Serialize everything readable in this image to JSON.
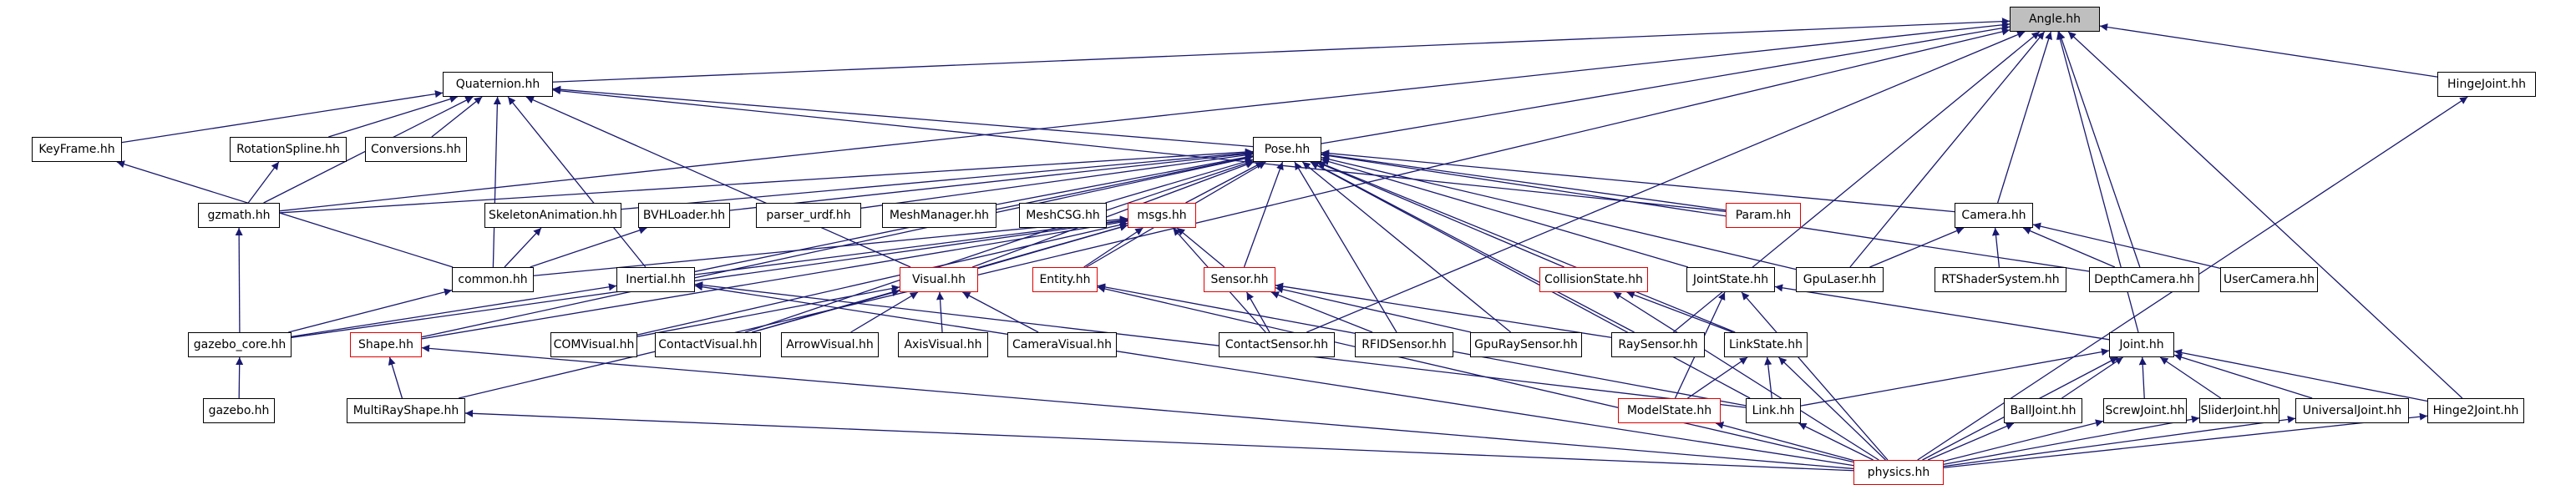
{
  "colors": {
    "edge": "#191970",
    "border": "#000000",
    "red_border": "#e00000",
    "focus_fill": "#bfbfbf"
  },
  "nodes": [
    {
      "id": "angle",
      "label": "Angle.hh",
      "style": "focus"
    },
    {
      "id": "quaternion",
      "label": "Quaternion.hh",
      "style": "normal"
    },
    {
      "id": "hingejoint",
      "label": "HingeJoint.hh",
      "style": "normal"
    },
    {
      "id": "keyframe",
      "label": "KeyFrame.hh",
      "style": "normal"
    },
    {
      "id": "rotationspline",
      "label": "RotationSpline.hh",
      "style": "normal"
    },
    {
      "id": "conversions",
      "label": "Conversions.hh",
      "style": "normal"
    },
    {
      "id": "pose",
      "label": "Pose.hh",
      "style": "normal"
    },
    {
      "id": "gzmath",
      "label": "gzmath.hh",
      "style": "normal"
    },
    {
      "id": "skeletonanimation",
      "label": "SkeletonAnimation.hh",
      "style": "normal"
    },
    {
      "id": "bvhloader",
      "label": "BVHLoader.hh",
      "style": "normal"
    },
    {
      "id": "parserurdf",
      "label": "parser_urdf.hh",
      "style": "normal"
    },
    {
      "id": "meshmanager",
      "label": "MeshManager.hh",
      "style": "normal"
    },
    {
      "id": "meshcsg",
      "label": "MeshCSG.hh",
      "style": "normal"
    },
    {
      "id": "msgs",
      "label": "msgs.hh",
      "style": "red"
    },
    {
      "id": "param",
      "label": "Param.hh",
      "style": "red"
    },
    {
      "id": "camera",
      "label": "Camera.hh",
      "style": "normal"
    },
    {
      "id": "common",
      "label": "common.hh",
      "style": "normal"
    },
    {
      "id": "inertial",
      "label": "Inertial.hh",
      "style": "normal"
    },
    {
      "id": "visual",
      "label": "Visual.hh",
      "style": "red"
    },
    {
      "id": "entity",
      "label": "Entity.hh",
      "style": "red"
    },
    {
      "id": "sensor",
      "label": "Sensor.hh",
      "style": "red"
    },
    {
      "id": "collisionstate",
      "label": "CollisionState.hh",
      "style": "red"
    },
    {
      "id": "jointstate",
      "label": "JointState.hh",
      "style": "normal"
    },
    {
      "id": "gpulaser",
      "label": "GpuLaser.hh",
      "style": "normal"
    },
    {
      "id": "rtshadersystem",
      "label": "RTShaderSystem.hh",
      "style": "normal"
    },
    {
      "id": "depthcamera",
      "label": "DepthCamera.hh",
      "style": "normal"
    },
    {
      "id": "usercamera",
      "label": "UserCamera.hh",
      "style": "normal"
    },
    {
      "id": "gazebocore",
      "label": "gazebo_core.hh",
      "style": "normal"
    },
    {
      "id": "shape",
      "label": "Shape.hh",
      "style": "red"
    },
    {
      "id": "comvisual",
      "label": "COMVisual.hh",
      "style": "normal"
    },
    {
      "id": "contactvisual",
      "label": "ContactVisual.hh",
      "style": "normal"
    },
    {
      "id": "arrowvisual",
      "label": "ArrowVisual.hh",
      "style": "normal"
    },
    {
      "id": "axisvisual",
      "label": "AxisVisual.hh",
      "style": "normal"
    },
    {
      "id": "cameravisual",
      "label": "CameraVisual.hh",
      "style": "normal"
    },
    {
      "id": "contactsensor",
      "label": "ContactSensor.hh",
      "style": "normal"
    },
    {
      "id": "rfidsensor",
      "label": "RFIDSensor.hh",
      "style": "normal"
    },
    {
      "id": "gpuraysensor",
      "label": "GpuRaySensor.hh",
      "style": "normal"
    },
    {
      "id": "raysensor",
      "label": "RaySensor.hh",
      "style": "normal"
    },
    {
      "id": "linkstate",
      "label": "LinkState.hh",
      "style": "normal"
    },
    {
      "id": "joint",
      "label": "Joint.hh",
      "style": "normal"
    },
    {
      "id": "gazebo",
      "label": "gazebo.hh",
      "style": "normal"
    },
    {
      "id": "multirayshape",
      "label": "MultiRayShape.hh",
      "style": "normal"
    },
    {
      "id": "modelstate",
      "label": "ModelState.hh",
      "style": "red"
    },
    {
      "id": "link",
      "label": "Link.hh",
      "style": "normal"
    },
    {
      "id": "balljoint",
      "label": "BallJoint.hh",
      "style": "normal"
    },
    {
      "id": "screwjoint",
      "label": "ScrewJoint.hh",
      "style": "normal"
    },
    {
      "id": "sliderjoint",
      "label": "SliderJoint.hh",
      "style": "normal"
    },
    {
      "id": "universaljoint",
      "label": "UniversalJoint.hh",
      "style": "normal"
    },
    {
      "id": "hinge2joint",
      "label": "Hinge2Joint.hh",
      "style": "normal"
    },
    {
      "id": "physics",
      "label": "physics.hh",
      "style": "red"
    }
  ],
  "edges": [
    [
      "quaternion",
      "angle"
    ],
    [
      "pose",
      "angle"
    ],
    [
      "camera",
      "angle"
    ],
    [
      "hingejoint",
      "angle"
    ],
    [
      "joint",
      "angle"
    ],
    [
      "gpulaser",
      "angle"
    ],
    [
      "depthcamera",
      "angle"
    ],
    [
      "contactsensor",
      "angle"
    ],
    [
      "raysensor",
      "angle"
    ],
    [
      "hinge2joint",
      "angle"
    ],
    [
      "multirayshape",
      "angle"
    ],
    [
      "gzmath",
      "angle"
    ],
    [
      "keyframe",
      "quaternion"
    ],
    [
      "rotationspline",
      "quaternion"
    ],
    [
      "conversions",
      "quaternion"
    ],
    [
      "gzmath",
      "quaternion"
    ],
    [
      "pose",
      "quaternion"
    ],
    [
      "common",
      "quaternion"
    ],
    [
      "inertial",
      "quaternion"
    ],
    [
      "param",
      "quaternion"
    ],
    [
      "visual",
      "quaternion"
    ],
    [
      "gzmath",
      "rotationspline"
    ],
    [
      "common",
      "keyframe"
    ],
    [
      "gazebocore",
      "gzmath"
    ],
    [
      "gzmath",
      "pose"
    ],
    [
      "skeletonanimation",
      "pose"
    ],
    [
      "bvhloader",
      "pose"
    ],
    [
      "parserurdf",
      "pose"
    ],
    [
      "meshmanager",
      "pose"
    ],
    [
      "meshcsg",
      "pose"
    ],
    [
      "msgs",
      "pose"
    ],
    [
      "param",
      "pose"
    ],
    [
      "camera",
      "pose"
    ],
    [
      "inertial",
      "pose"
    ],
    [
      "visual",
      "pose"
    ],
    [
      "entity",
      "pose"
    ],
    [
      "sensor",
      "pose"
    ],
    [
      "collisionstate",
      "pose"
    ],
    [
      "jointstate",
      "pose"
    ],
    [
      "gpulaser",
      "pose"
    ],
    [
      "depthcamera",
      "pose"
    ],
    [
      "rfidsensor",
      "pose"
    ],
    [
      "gpuraysensor",
      "pose"
    ],
    [
      "raysensor",
      "pose"
    ],
    [
      "linkstate",
      "pose"
    ],
    [
      "shape",
      "pose"
    ],
    [
      "contactvisual",
      "pose"
    ],
    [
      "link",
      "pose"
    ],
    [
      "common",
      "skeletonanimation"
    ],
    [
      "common",
      "bvhloader"
    ],
    [
      "common",
      "msgs"
    ],
    [
      "inertial",
      "msgs"
    ],
    [
      "visual",
      "msgs"
    ],
    [
      "entity",
      "msgs"
    ],
    [
      "sensor",
      "msgs"
    ],
    [
      "contactsensor",
      "msgs"
    ],
    [
      "comvisual",
      "msgs"
    ],
    [
      "contactvisual",
      "msgs"
    ],
    [
      "shape",
      "msgs"
    ],
    [
      "gazebocore",
      "msgs"
    ],
    [
      "gpulaser",
      "camera"
    ],
    [
      "rtshadersystem",
      "camera"
    ],
    [
      "depthcamera",
      "camera"
    ],
    [
      "usercamera",
      "camera"
    ],
    [
      "gazebocore",
      "common"
    ],
    [
      "gazebocore",
      "inertial"
    ],
    [
      "link",
      "inertial"
    ],
    [
      "physics",
      "inertial"
    ],
    [
      "comvisual",
      "visual"
    ],
    [
      "contactvisual",
      "visual"
    ],
    [
      "arrowvisual",
      "visual"
    ],
    [
      "axisvisual",
      "visual"
    ],
    [
      "cameravisual",
      "visual"
    ],
    [
      "link",
      "entity"
    ],
    [
      "physics",
      "entity"
    ],
    [
      "contactsensor",
      "sensor"
    ],
    [
      "rfidsensor",
      "sensor"
    ],
    [
      "raysensor",
      "sensor"
    ],
    [
      "gpuraysensor",
      "sensor"
    ],
    [
      "linkstate",
      "collisionstate"
    ],
    [
      "physics",
      "collisionstate"
    ],
    [
      "modelstate",
      "jointstate"
    ],
    [
      "physics",
      "jointstate"
    ],
    [
      "joint",
      "jointstate"
    ],
    [
      "gazebo",
      "gazebocore"
    ],
    [
      "multirayshape",
      "shape"
    ],
    [
      "physics",
      "shape"
    ],
    [
      "modelstate",
      "linkstate"
    ],
    [
      "link",
      "linkstate"
    ],
    [
      "physics",
      "linkstate"
    ],
    [
      "link",
      "joint"
    ],
    [
      "balljoint",
      "joint"
    ],
    [
      "screwjoint",
      "joint"
    ],
    [
      "sliderjoint",
      "joint"
    ],
    [
      "universaljoint",
      "joint"
    ],
    [
      "hinge2joint",
      "joint"
    ],
    [
      "physics",
      "joint"
    ],
    [
      "physics",
      "multirayshape"
    ],
    [
      "physics",
      "modelstate"
    ],
    [
      "physics",
      "link"
    ],
    [
      "physics",
      "balljoint"
    ],
    [
      "physics",
      "screwjoint"
    ],
    [
      "physics",
      "sliderjoint"
    ],
    [
      "physics",
      "universaljoint"
    ],
    [
      "physics",
      "hinge2joint"
    ],
    [
      "physics",
      "hingejoint"
    ]
  ]
}
